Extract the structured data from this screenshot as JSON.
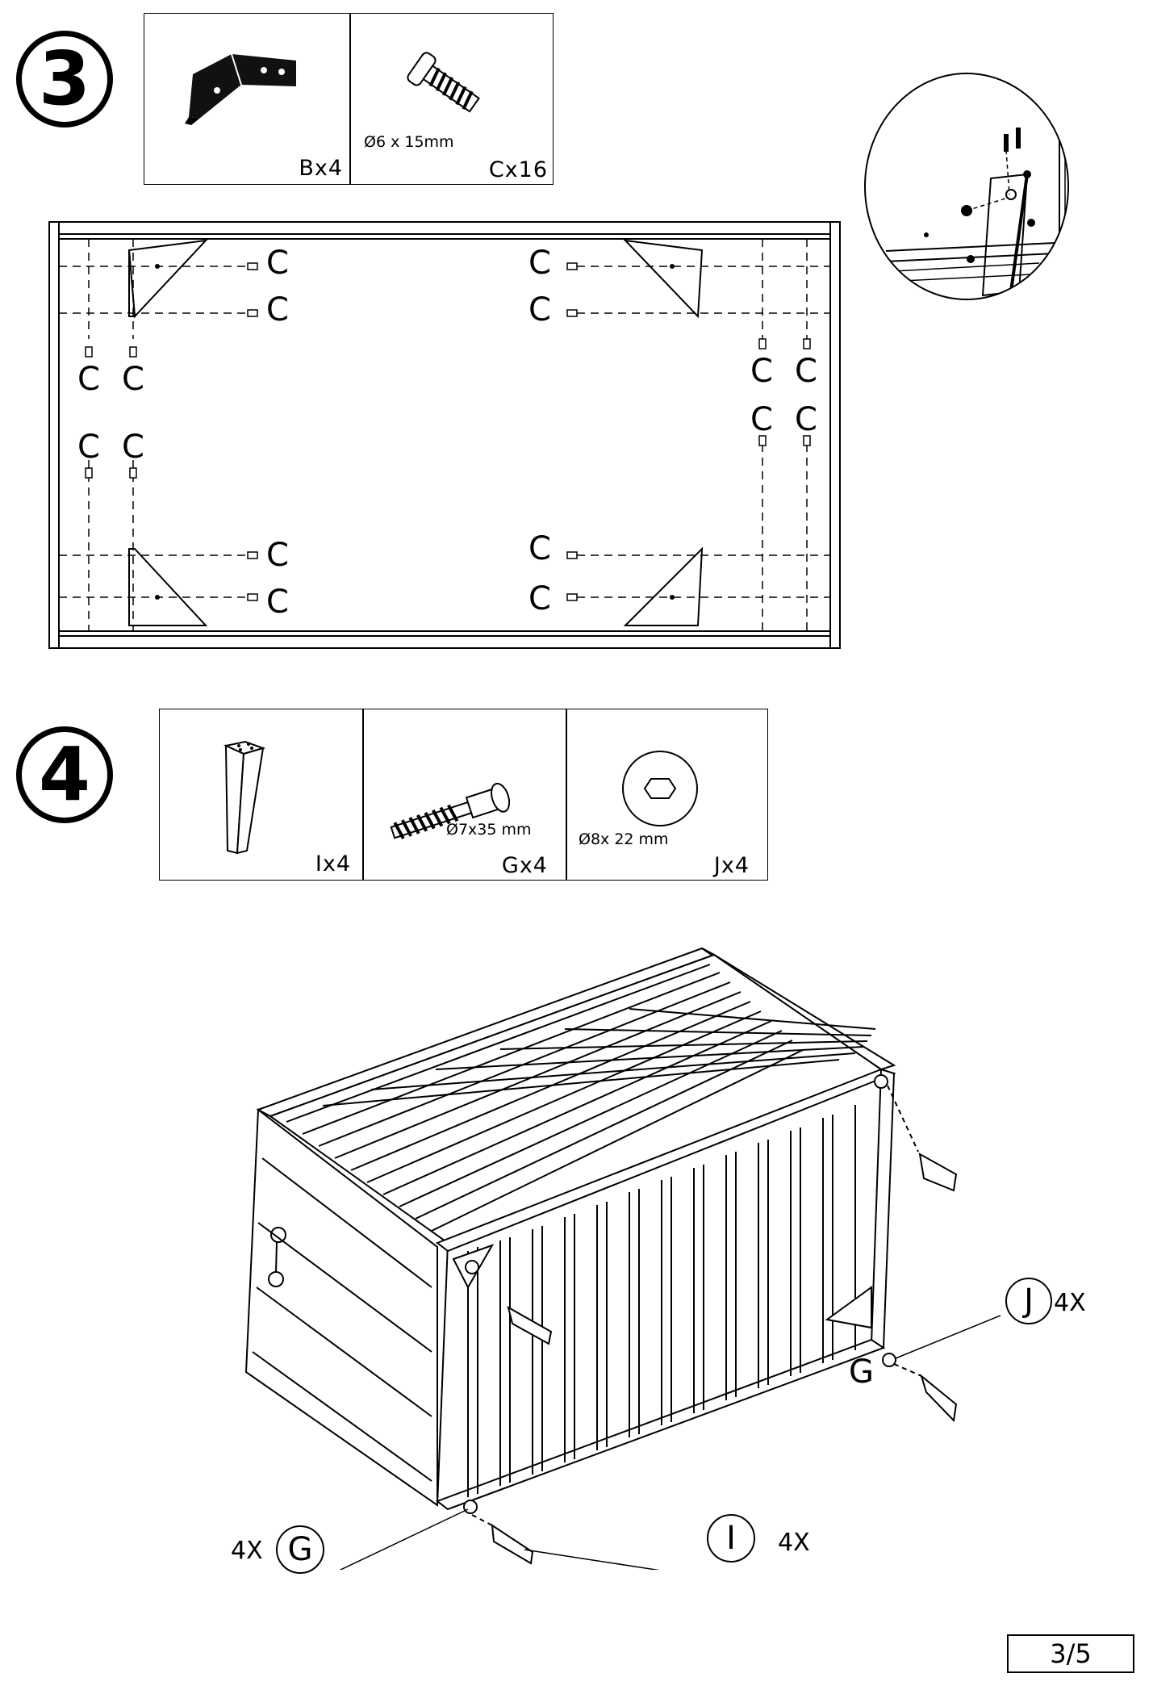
{
  "step3": {
    "number": "3",
    "parts": [
      {
        "label": "Bx4",
        "spec": "",
        "icon": "corner-bracket-icon"
      },
      {
        "label": "Cx16",
        "spec": "Ø6 x 15mm",
        "icon": "screw-icon"
      }
    ],
    "diagram_label": "C"
  },
  "step4": {
    "number": "4",
    "parts": [
      {
        "label": "Ix4",
        "spec": "",
        "icon": "leg-icon"
      },
      {
        "label": "Gx4",
        "spec": "Ø7x35 mm",
        "icon": "bolt-icon"
      },
      {
        "label": "Jx4",
        "spec": "Ø8x 22 mm",
        "icon": "washer-icon"
      }
    ],
    "callouts": {
      "j": {
        "letter": "J",
        "count": "4X"
      },
      "g_right": {
        "letter": "G"
      },
      "g_left": {
        "letter": "G",
        "count": "4X"
      },
      "i": {
        "letter": "I",
        "count": "4X"
      }
    }
  },
  "page_number": "3/5"
}
